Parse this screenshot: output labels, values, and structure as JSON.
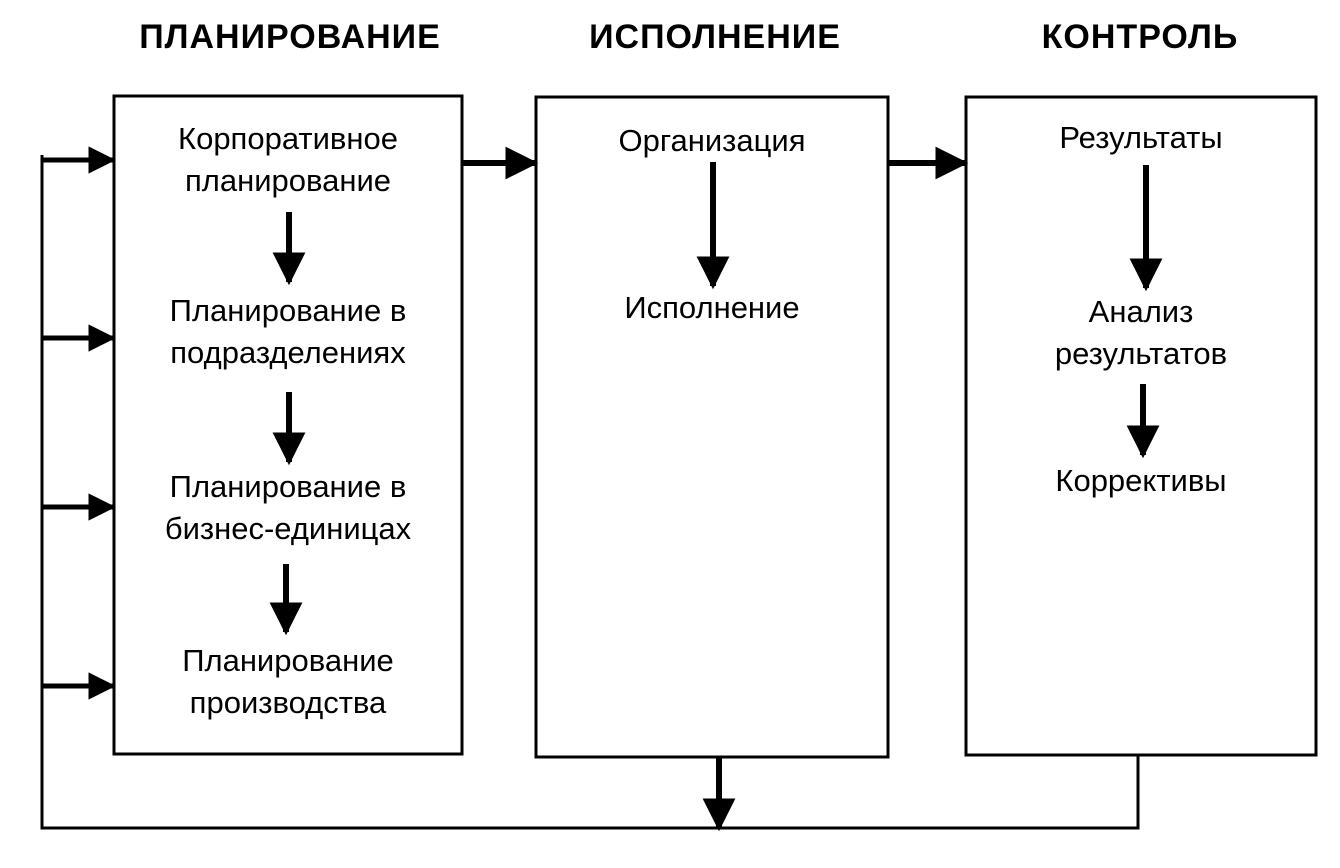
{
  "columns": {
    "planning": {
      "heading": "ПЛАНИРОВАНИЕ",
      "steps": [
        {
          "line1": "Корпоративное",
          "line2": "планирование"
        },
        {
          "line1": "Планирование в",
          "line2": "подразделениях"
        },
        {
          "line1": "Планирование в",
          "line2": "бизнес-единицах"
        },
        {
          "line1": "Планирование",
          "line2": "производства"
        }
      ]
    },
    "execution": {
      "heading": "ИСПОЛНЕНИЕ",
      "steps": [
        {
          "line1": "Организация"
        },
        {
          "line1": "Исполнение"
        }
      ]
    },
    "control": {
      "heading": "КОНТРОЛЬ",
      "steps": [
        {
          "line1": "Результаты"
        },
        {
          "line1": "Анализ",
          "line2": "результатов"
        },
        {
          "line1": "Коррективы"
        }
      ]
    }
  }
}
